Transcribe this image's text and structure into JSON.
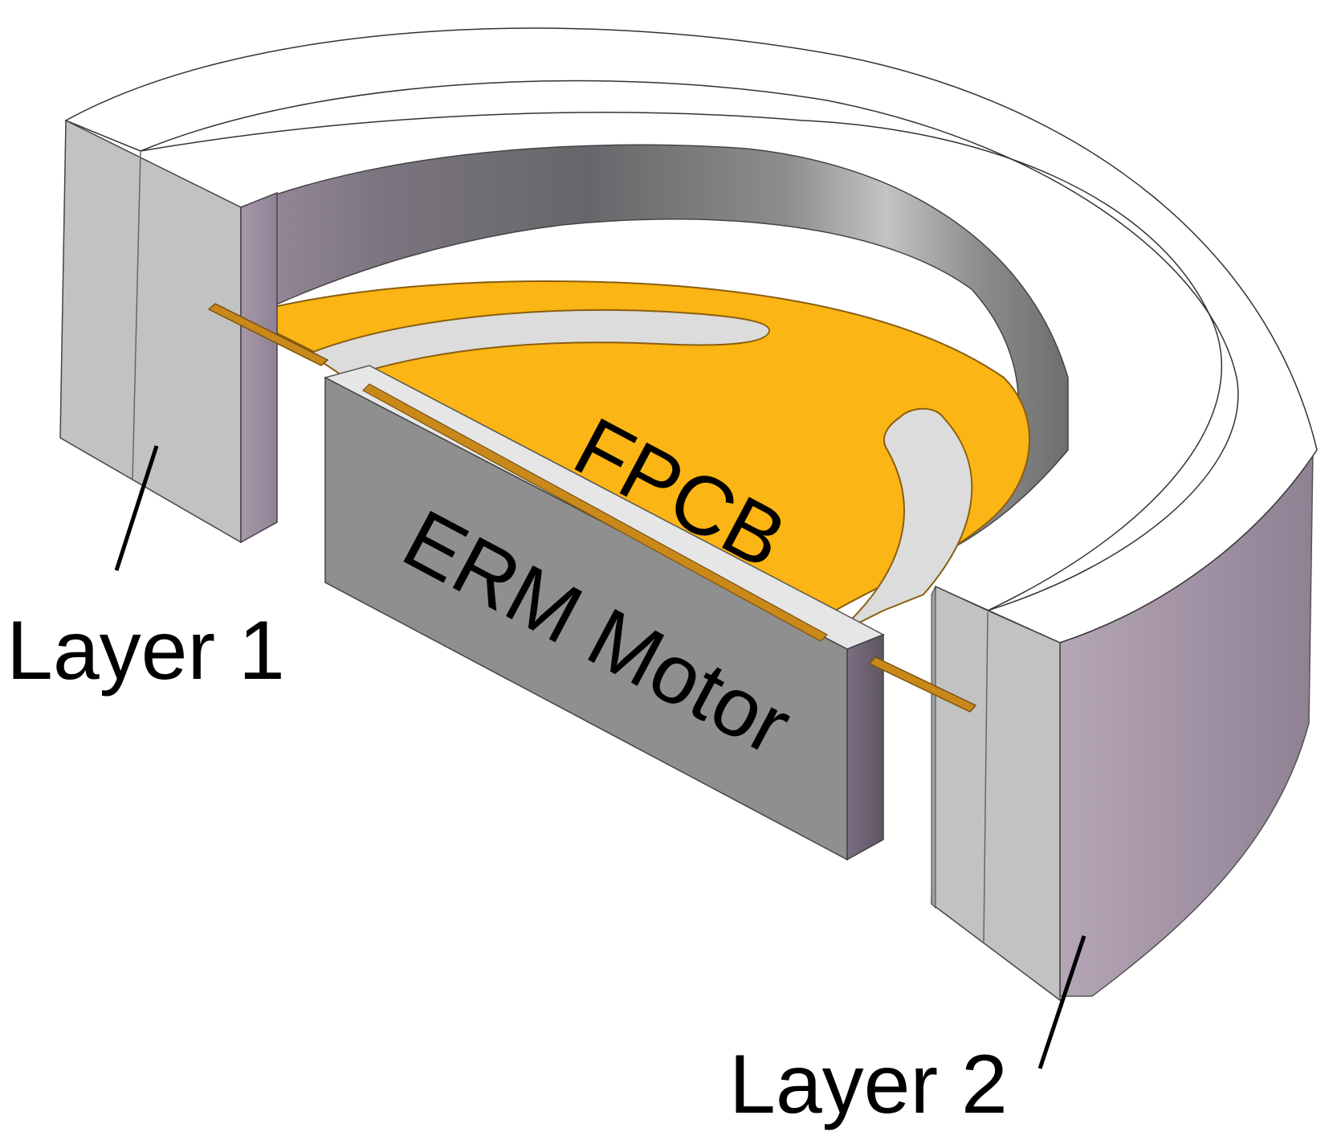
{
  "labels": {
    "fpcb": "FPCB",
    "erm_motor": "ERM Motor",
    "layer1": "Layer 1",
    "layer2": "Layer 2"
  },
  "colors": {
    "fpcb": "#fbb514",
    "fpcb_edge": "#b07a15",
    "layer_cut_face": "#c0c0c0",
    "inner_wall_dark": "#6c6a70",
    "outer_wall": "#a796a8",
    "top_surface": "#ffffff",
    "motor_face": "#8f8f8f"
  }
}
